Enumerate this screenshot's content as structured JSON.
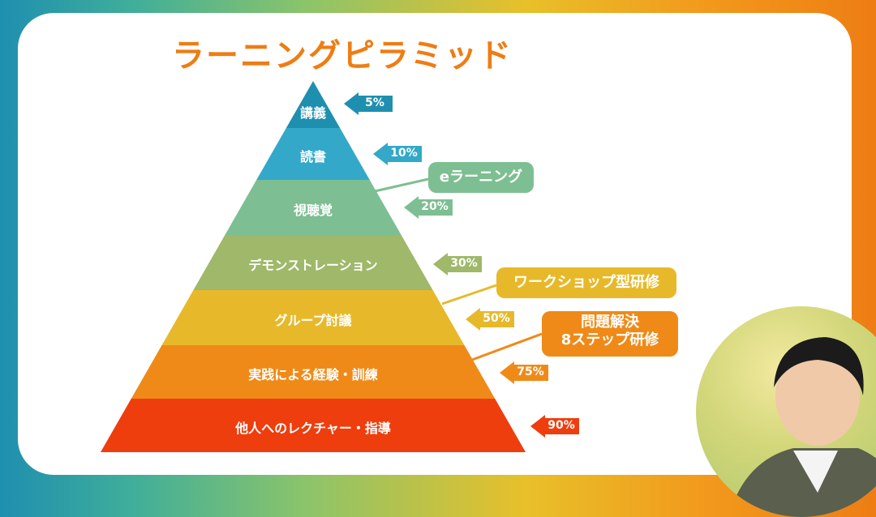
{
  "title": "ラーニングピラミッド",
  "levels": [
    {
      "label": "講義",
      "rate": "5%",
      "color": "#1f8fb0"
    },
    {
      "label": "読書",
      "rate": "10%",
      "color": "#34a8c8"
    },
    {
      "label": "視聴覚",
      "rate": "20%",
      "color": "#7dbf92"
    },
    {
      "label": "デモンストレーション",
      "rate": "30%",
      "color": "#9fb86a"
    },
    {
      "label": "グループ討議",
      "rate": "50%",
      "color": "#e7b92a"
    },
    {
      "label": "実践による経験・訓練",
      "rate": "75%",
      "color": "#ef8a18"
    },
    {
      "label": "他人へのレクチャー・指導",
      "rate": "90%",
      "color": "#ee3e0e"
    }
  ],
  "callouts": {
    "elearning": "eラーニング",
    "workshop": "ワークショップ型研修",
    "problem_line1": "問題解決",
    "problem_line2": "8ステップ研修"
  },
  "colors": {
    "callout_green": "#7dbf92",
    "callout_orange": "#ef8a18",
    "title": "#ee7d14"
  }
}
